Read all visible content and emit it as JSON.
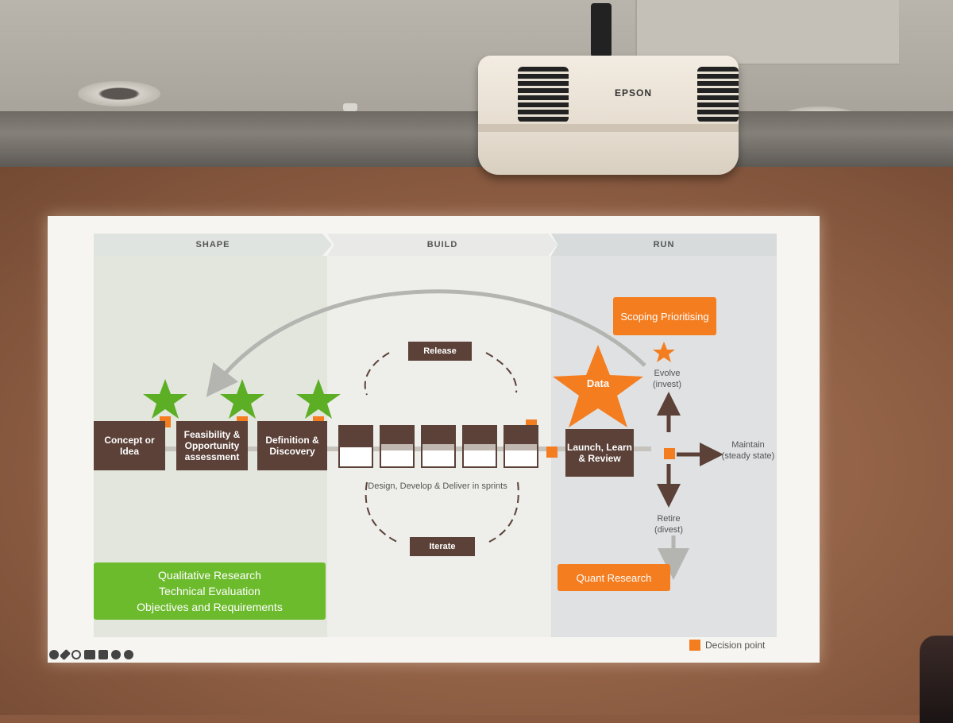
{
  "projector": {
    "brand": "EPSON"
  },
  "slide": {
    "phases": {
      "shape": "SHAPE",
      "build": "BUILD",
      "run": "RUN"
    },
    "shape_steps": [
      "Concept or Idea",
      "Feasibility & Opportunity assessment",
      "Definition & Discovery"
    ],
    "build": {
      "release": "Release",
      "iterate": "Iterate",
      "sprints_caption": "Design, Develop & Deliver in sprints"
    },
    "run": {
      "launch": "Launch, Learn & Review",
      "data": "Data",
      "evolve": "Evolve (invest)",
      "maintain": "Maintain (steady state)",
      "retire": "Retire (divest)",
      "scoping": "Scoping Prioritising",
      "quant_research": "Quant Research"
    },
    "research_box": [
      "Qualitative Research",
      "Technical Evaluation",
      "Objectives and Requirements"
    ],
    "legend": "Decision point",
    "colors": {
      "orange": "#f47d20",
      "green": "#6cbb2d",
      "brown": "#5b4138"
    }
  }
}
